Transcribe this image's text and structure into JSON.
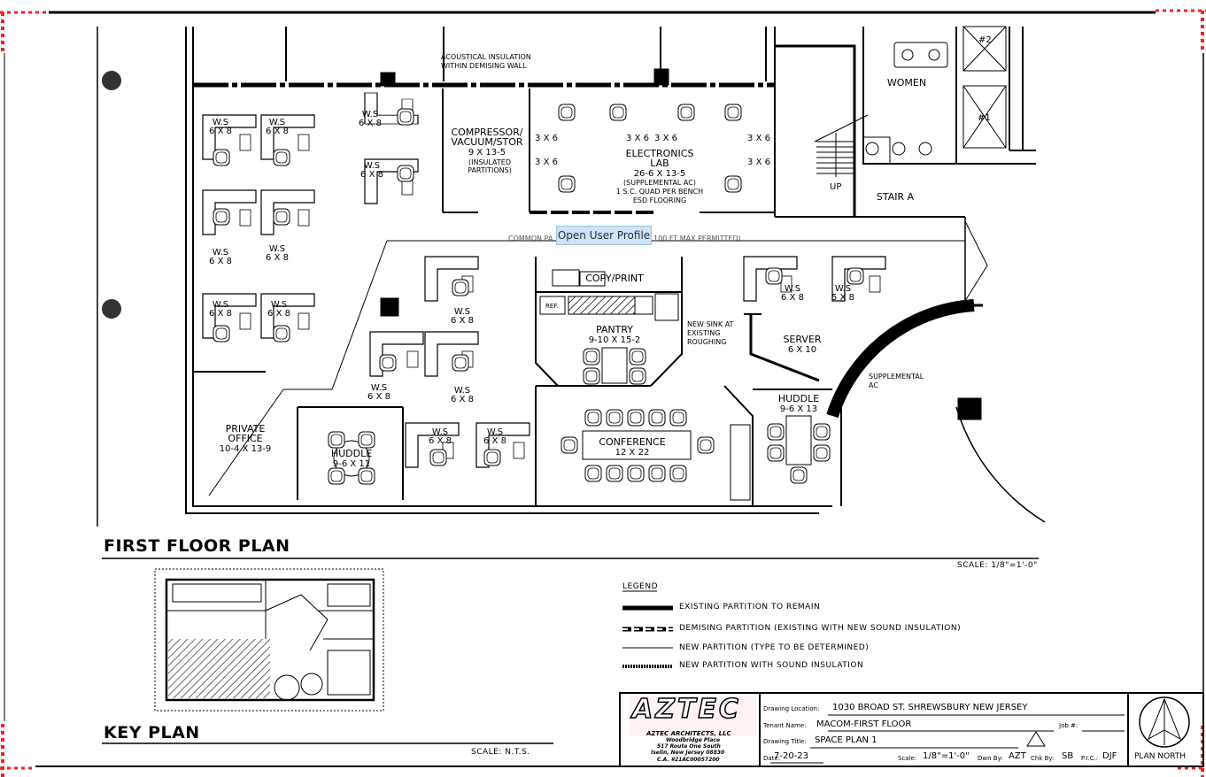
{
  "sheet": {
    "title": "FIRST FLOOR PLAN",
    "scale": "SCALE: 1/8\"=1'-0\"",
    "key_plan_title": "KEY PLAN",
    "key_plan_scale": "SCALE: N.T.S."
  },
  "tooltip": {
    "label": "Open User Profile"
  },
  "notes": {
    "acoustic_1": "ACOUSTICAL INSULATION",
    "acoustic_2": "WITHIN DEMISING WALL",
    "corridor": "COMMON PA",
    "corridor_tail": "100 FT MAX PERMITTED)",
    "new_sink_1": "NEW SINK AT",
    "new_sink_2": "EXISTING",
    "new_sink_3": "ROUGHING",
    "supp_ac_1": "SUPPLEMENTAL",
    "supp_ac_2": "AC",
    "up": "UP",
    "ref": "REF.",
    "stall_1": "#2",
    "stall_2": "#1"
  },
  "rooms": {
    "compressor": {
      "name": "COMPRESSOR/",
      "name2": "VACUUM/STOR",
      "size": "9 X 13-5",
      "note1": "(INSULATED",
      "note2": "PARTITIONS)"
    },
    "electronics": {
      "name": "ELECTRONICS",
      "name2": "LAB",
      "size": "26-6 X 13-5",
      "note1": "(SUPPLEMENTAL AC)",
      "note2": "1 S.C. QUAD PER BENCH",
      "note3": "ESD FLOORING"
    },
    "bench": "3 X 6",
    "women": "WOMEN",
    "stair": "STAIR A",
    "copy": "COPY/PRINT",
    "pantry": {
      "name": "PANTRY",
      "size": "9-10 X 15-2"
    },
    "server": {
      "name": "SERVER",
      "size": "6 X 10"
    },
    "huddle_right": {
      "name": "HUDDLE",
      "size": "9-6 X 13"
    },
    "huddle_left": {
      "name": "HUDDLE",
      "size": "9-6 X 11"
    },
    "conference": {
      "name": "CONFERENCE",
      "size": "12 X 22"
    },
    "private_office": {
      "name": "PRIVATE",
      "name2": "OFFICE",
      "size": "10-4 X 13-9"
    },
    "ws": {
      "name": "W.S",
      "size": "6 X 8",
      "size_alt": "5 X 8"
    }
  },
  "legend": {
    "title": "LEGEND",
    "items": [
      "EXISTING PARTITION TO REMAIN",
      "DEMISING PARTITION  (EXISTING WITH NEW SOUND INSULATION)",
      "NEW PARTITION (TYPE TO BE DETERMINED)",
      "NEW PARTITION WITH SOUND INSULATION"
    ]
  },
  "firm": {
    "logo": "AZTEC",
    "name": "AZTEC ARCHITECTS, LLC",
    "line1": "Woodbridge Place",
    "line2": "517 Route One South",
    "line3": "Iselin, New Jersey 08830",
    "line4": "C.A. #21AC00057200"
  },
  "title_block": {
    "location_label": "Drawing Location:",
    "location": "1030 BROAD ST. SHREWSBURY NEW JERSEY",
    "tenant_label": "Tenant Name:",
    "tenant": "MACOM-FIRST FLOOR",
    "job_label": "Job #:",
    "drawing_title_label": "Drawing Title:",
    "drawing_title": "SPACE PLAN 1",
    "date_label": "Date:",
    "date": "7-20-23",
    "scale_label": "Scale:",
    "scale": "1/8\"=1'-0\"",
    "drawn_label": "Dwn By:",
    "drawn": "AZT",
    "checked_label": "Chk By:",
    "checked": "SB",
    "pic_label": "P.I.C.:",
    "pic": "DJF",
    "north": "PLAN NORTH"
  }
}
